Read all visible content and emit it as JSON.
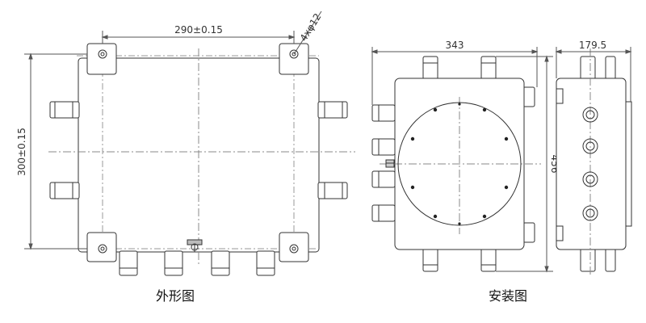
{
  "views": {
    "outline": {
      "caption": "外形图",
      "dim_width": "290±0.15",
      "dim_height": "300±0.15",
      "dim_hole": "4xφ12"
    },
    "install": {
      "caption": "安装图",
      "dim_width": "343",
      "dim_height": "456",
      "dim_side_depth": "179.5"
    }
  }
}
